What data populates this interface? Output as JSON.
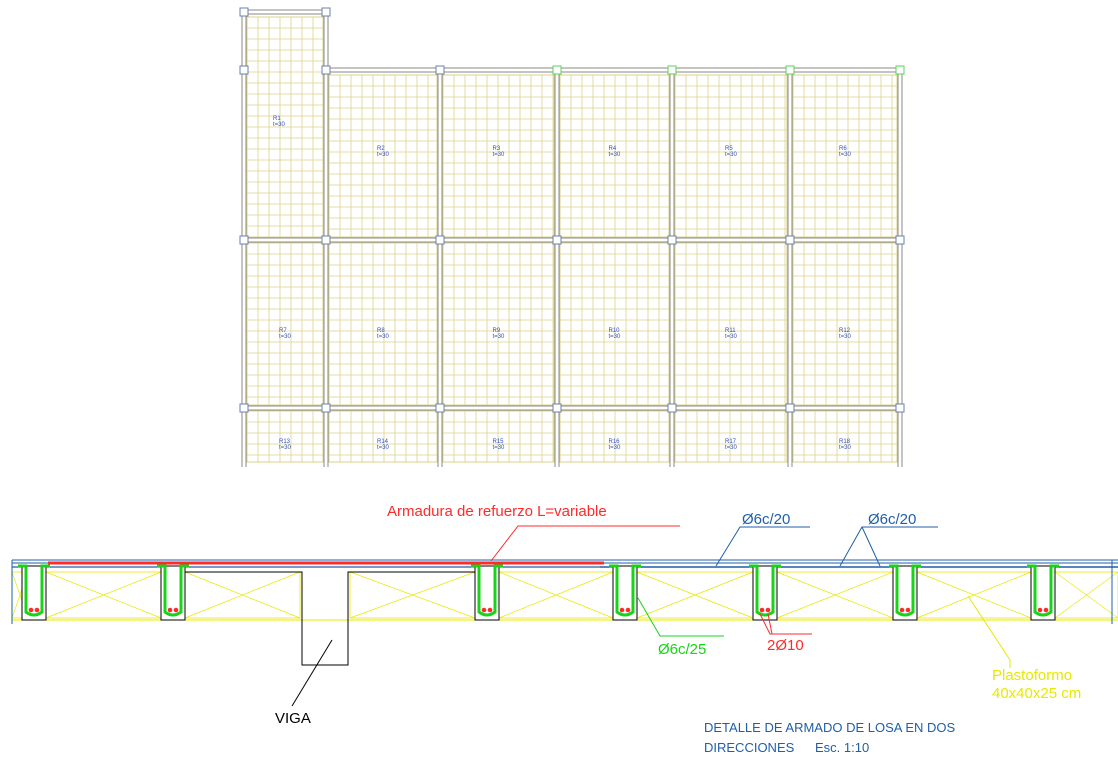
{
  "plan": {
    "panels": [
      {
        "id": "R1",
        "sub": "t=30"
      },
      {
        "id": "R2",
        "sub": "t=30"
      },
      {
        "id": "R3",
        "sub": "t=30"
      },
      {
        "id": "R4",
        "sub": "t=30"
      },
      {
        "id": "R5",
        "sub": "t=30"
      },
      {
        "id": "R6",
        "sub": "t=30"
      },
      {
        "id": "R7",
        "sub": "t=30"
      },
      {
        "id": "R8",
        "sub": "t=30"
      },
      {
        "id": "R9",
        "sub": "t=30"
      },
      {
        "id": "R10",
        "sub": "t=30"
      },
      {
        "id": "R11",
        "sub": "t=30"
      },
      {
        "id": "R12",
        "sub": "t=30"
      },
      {
        "id": "R13",
        "sub": "t=30"
      },
      {
        "id": "R14",
        "sub": "t=30"
      },
      {
        "id": "R15",
        "sub": "t=30"
      },
      {
        "id": "R16",
        "sub": "t=30"
      },
      {
        "id": "R17",
        "sub": "t=30"
      },
      {
        "id": "R18",
        "sub": "t=30"
      }
    ]
  },
  "section": {
    "reinforcement_label": "Armadura de refuerzo L=variable",
    "top_bar_label_1": "Ø6c/20",
    "top_bar_label_2": "Ø6c/20",
    "stirrup_label": "Ø6c/25",
    "bottom_bar_label": "2Ø10",
    "filler_label_1": "Plastoformo",
    "filler_label_2": "40x40x25 cm",
    "beam_label": "VIGA",
    "title_line_1": "DETALLE DE ARMADO DE LOSA EN DOS",
    "title_line_2": "DIRECCIONES",
    "scale": "Esc. 1:10"
  },
  "colors": {
    "red": "#ff2a2a",
    "blue": "#1f5fa8",
    "green": "#18d418",
    "yellow": "#e8e800",
    "grid": "#dcd28a",
    "beam": "#8a8a8a"
  }
}
